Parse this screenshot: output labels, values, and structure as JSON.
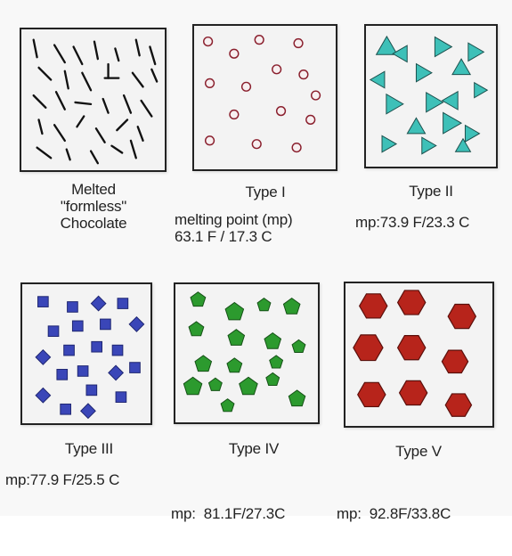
{
  "colors": {
    "page_background": "#f8f8f8",
    "panel_background": "#f3f3f3",
    "panel_border": "#222222",
    "melted_marks": "#111111",
    "type1_circle": "#8a1f2d",
    "type2_triangle": "#3ec0b8",
    "type3_square": "#3a46b8",
    "type4_pentagon": "#2c9a2e",
    "type5_hexagon": "#b7241b"
  },
  "panels": [
    {
      "id": "melted",
      "label_lines": [
        "Melted",
        "\"formless\"",
        "Chocolate"
      ],
      "shape_icon": "line-segment"
    },
    {
      "id": "type1",
      "label_lines": [
        "Type I",
        "melting point (mp)",
        "63.1 F / 17.3 C"
      ],
      "shape_icon": "circle"
    },
    {
      "id": "type2",
      "label_lines": [
        "Type II",
        "mp:73.9 F/23.3 C"
      ],
      "shape_icon": "triangle"
    },
    {
      "id": "type3",
      "label_lines": [
        "Type III",
        "mp:77.9 F/25.5 C"
      ],
      "shape_icon": "square"
    },
    {
      "id": "type4",
      "label_lines": [
        "Type IV",
        "mp:  81.1F/27.3C"
      ],
      "shape_icon": "pentagon"
    },
    {
      "id": "type5",
      "label_lines": [
        "Type V",
        "mp:  92.8F/33.8C"
      ],
      "shape_icon": "hexagon"
    }
  ]
}
